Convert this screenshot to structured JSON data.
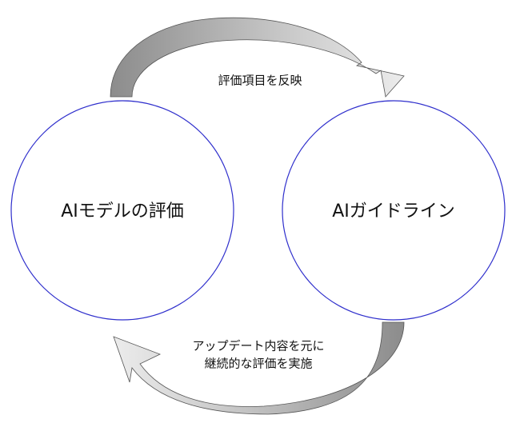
{
  "nodes": {
    "left": {
      "label": "AIモデルの評価"
    },
    "right": {
      "label": "AIガイドライン"
    }
  },
  "edges": {
    "top": {
      "label": "評価項目を反映"
    },
    "bottom": {
      "label_line1": "アップデート内容を元に",
      "label_line2": "継続的な評価を実施"
    }
  },
  "colors": {
    "circle_stroke": "#2e2ecc",
    "arrow_dark": "#8c8c8c",
    "arrow_light": "#ececec",
    "arrow_stroke": "#555555"
  }
}
